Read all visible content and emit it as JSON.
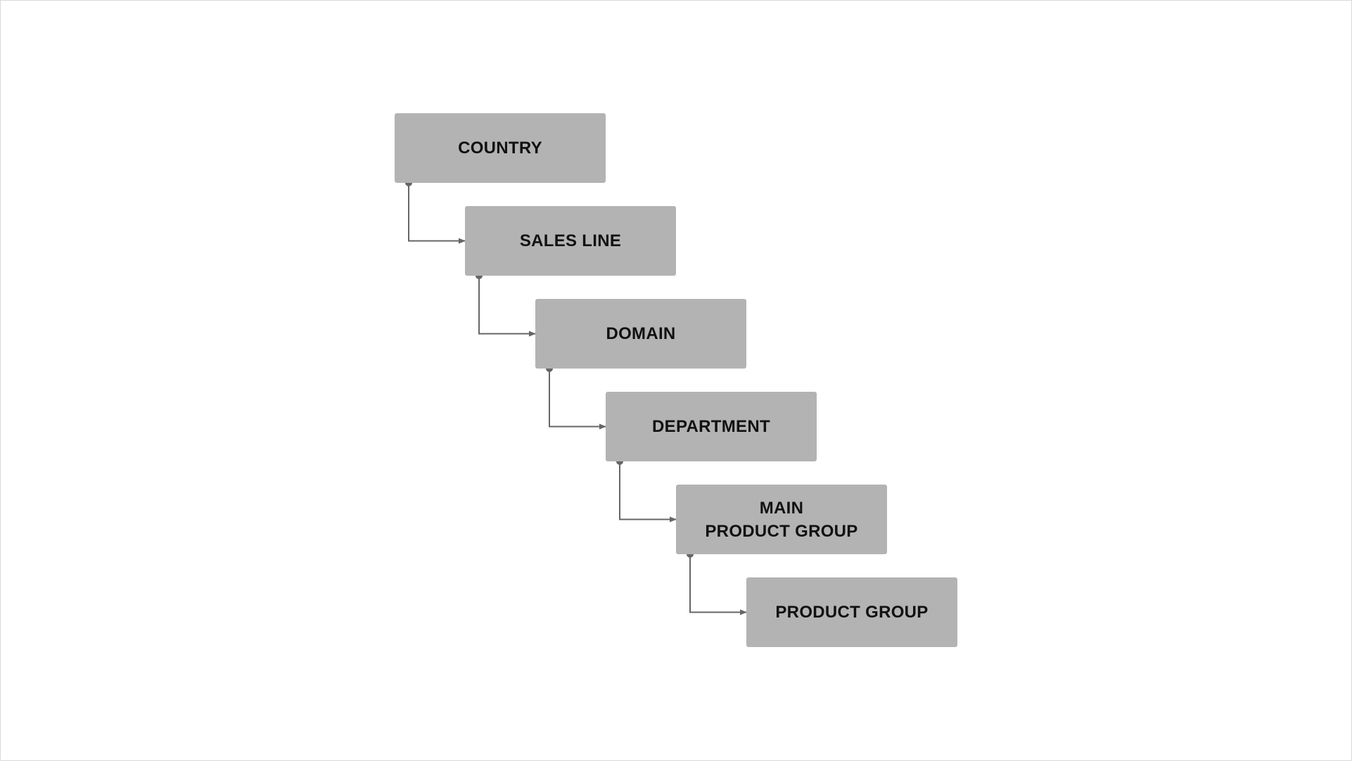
{
  "nodes": [
    {
      "label": "COUNTRY"
    },
    {
      "label": "SALES LINE"
    },
    {
      "label": "DOMAIN"
    },
    {
      "label": "DEPARTMENT"
    },
    {
      "label": "MAIN\nPRODUCT GROUP"
    },
    {
      "label": "PRODUCT GROUP"
    }
  ],
  "colors": {
    "box": "#b3b3b3",
    "connector": "#666666"
  }
}
